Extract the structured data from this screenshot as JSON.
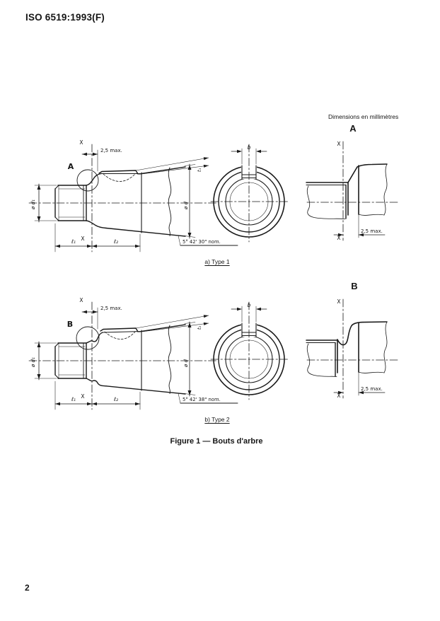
{
  "page": {
    "header": "ISO 6519:1993(F)",
    "dimensions_note": "Dimensions en millimètres",
    "figure_caption": "Figure 1 — Bouts d'arbre",
    "page_number": "2"
  },
  "labels": {
    "section_marker": "X",
    "max_offset": "2,5 max.",
    "length_1": "ℓ₁",
    "length_2": "ℓ₂",
    "key_width": "b",
    "thread_diameter": "ø d₁",
    "shaft_diameter": "ø d"
  },
  "type1": {
    "detail_letter": "A",
    "caption": "a) Type 1",
    "taper_angle": "5° 42' 30\" nom.",
    "key_depth": "t₁"
  },
  "type2": {
    "detail_letter": "B",
    "caption": "b) Type 2",
    "taper_angle": "5° 42' 38\" nom.",
    "key_depth": "t₂"
  }
}
